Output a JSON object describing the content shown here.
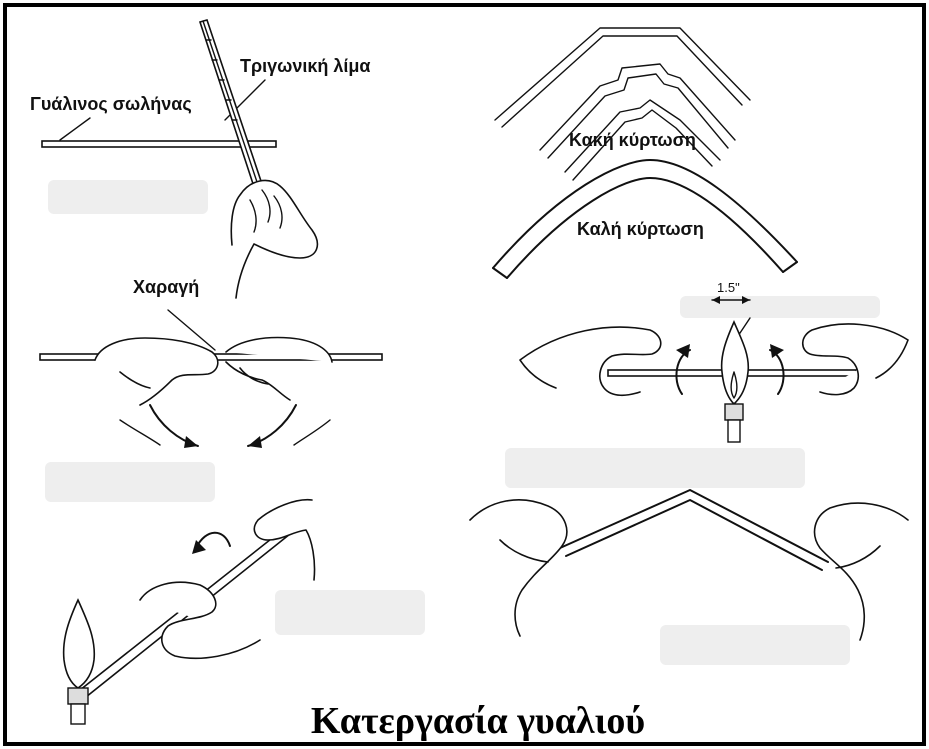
{
  "labels": {
    "glass_tube": "Γυάλινος σωλήνας",
    "triangular_file": "Τριγωνική λίμα",
    "bad_bend": "Κακή κύρτωση",
    "good_bend": "Καλή κύρτωση",
    "score": "Χαραγή",
    "measure": "1.5\"",
    "title": "Κατεργασία γυαλιού"
  },
  "colors": {
    "border": "#000000",
    "ink": "#111111",
    "background": "#ffffff"
  }
}
